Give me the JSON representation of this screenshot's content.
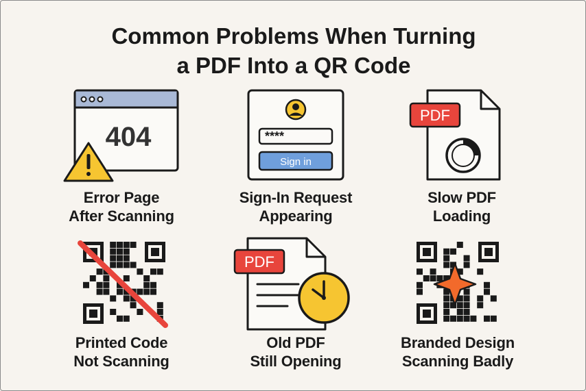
{
  "title": {
    "line1": "Common Problems When Turning",
    "line2": "a PDF Into a QR Code"
  },
  "cards": [
    {
      "line1": "Error Page",
      "line2": "After Scanning",
      "icon": "error-404-browser-icon",
      "icon_text": "404"
    },
    {
      "line1": "Sign-In Request",
      "line2": "Appearing",
      "icon": "login-form-icon",
      "icon_text": "Sign in",
      "password_mask": "****"
    },
    {
      "line1": "Slow PDF",
      "line2": "Loading",
      "icon": "pdf-loading-icon",
      "icon_text": "PDF"
    },
    {
      "line1": "Printed Code",
      "line2": "Not Scanning",
      "icon": "crossed-qr-code-icon"
    },
    {
      "line1": "Old PDF",
      "line2": "Still Opening",
      "icon": "pdf-clock-icon",
      "icon_text": "PDF"
    },
    {
      "line1": "Branded Design",
      "line2": "Scanning Badly",
      "icon": "branded-qr-code-icon"
    }
  ],
  "colors": {
    "background": "#f7f4ef",
    "text": "#1a1a1a",
    "pdf_red": "#e8453c",
    "warning_yellow": "#f6c531",
    "browser_bar": "#a9b9d6",
    "button_blue": "#6f9fdc",
    "star_orange": "#f26a2b"
  }
}
